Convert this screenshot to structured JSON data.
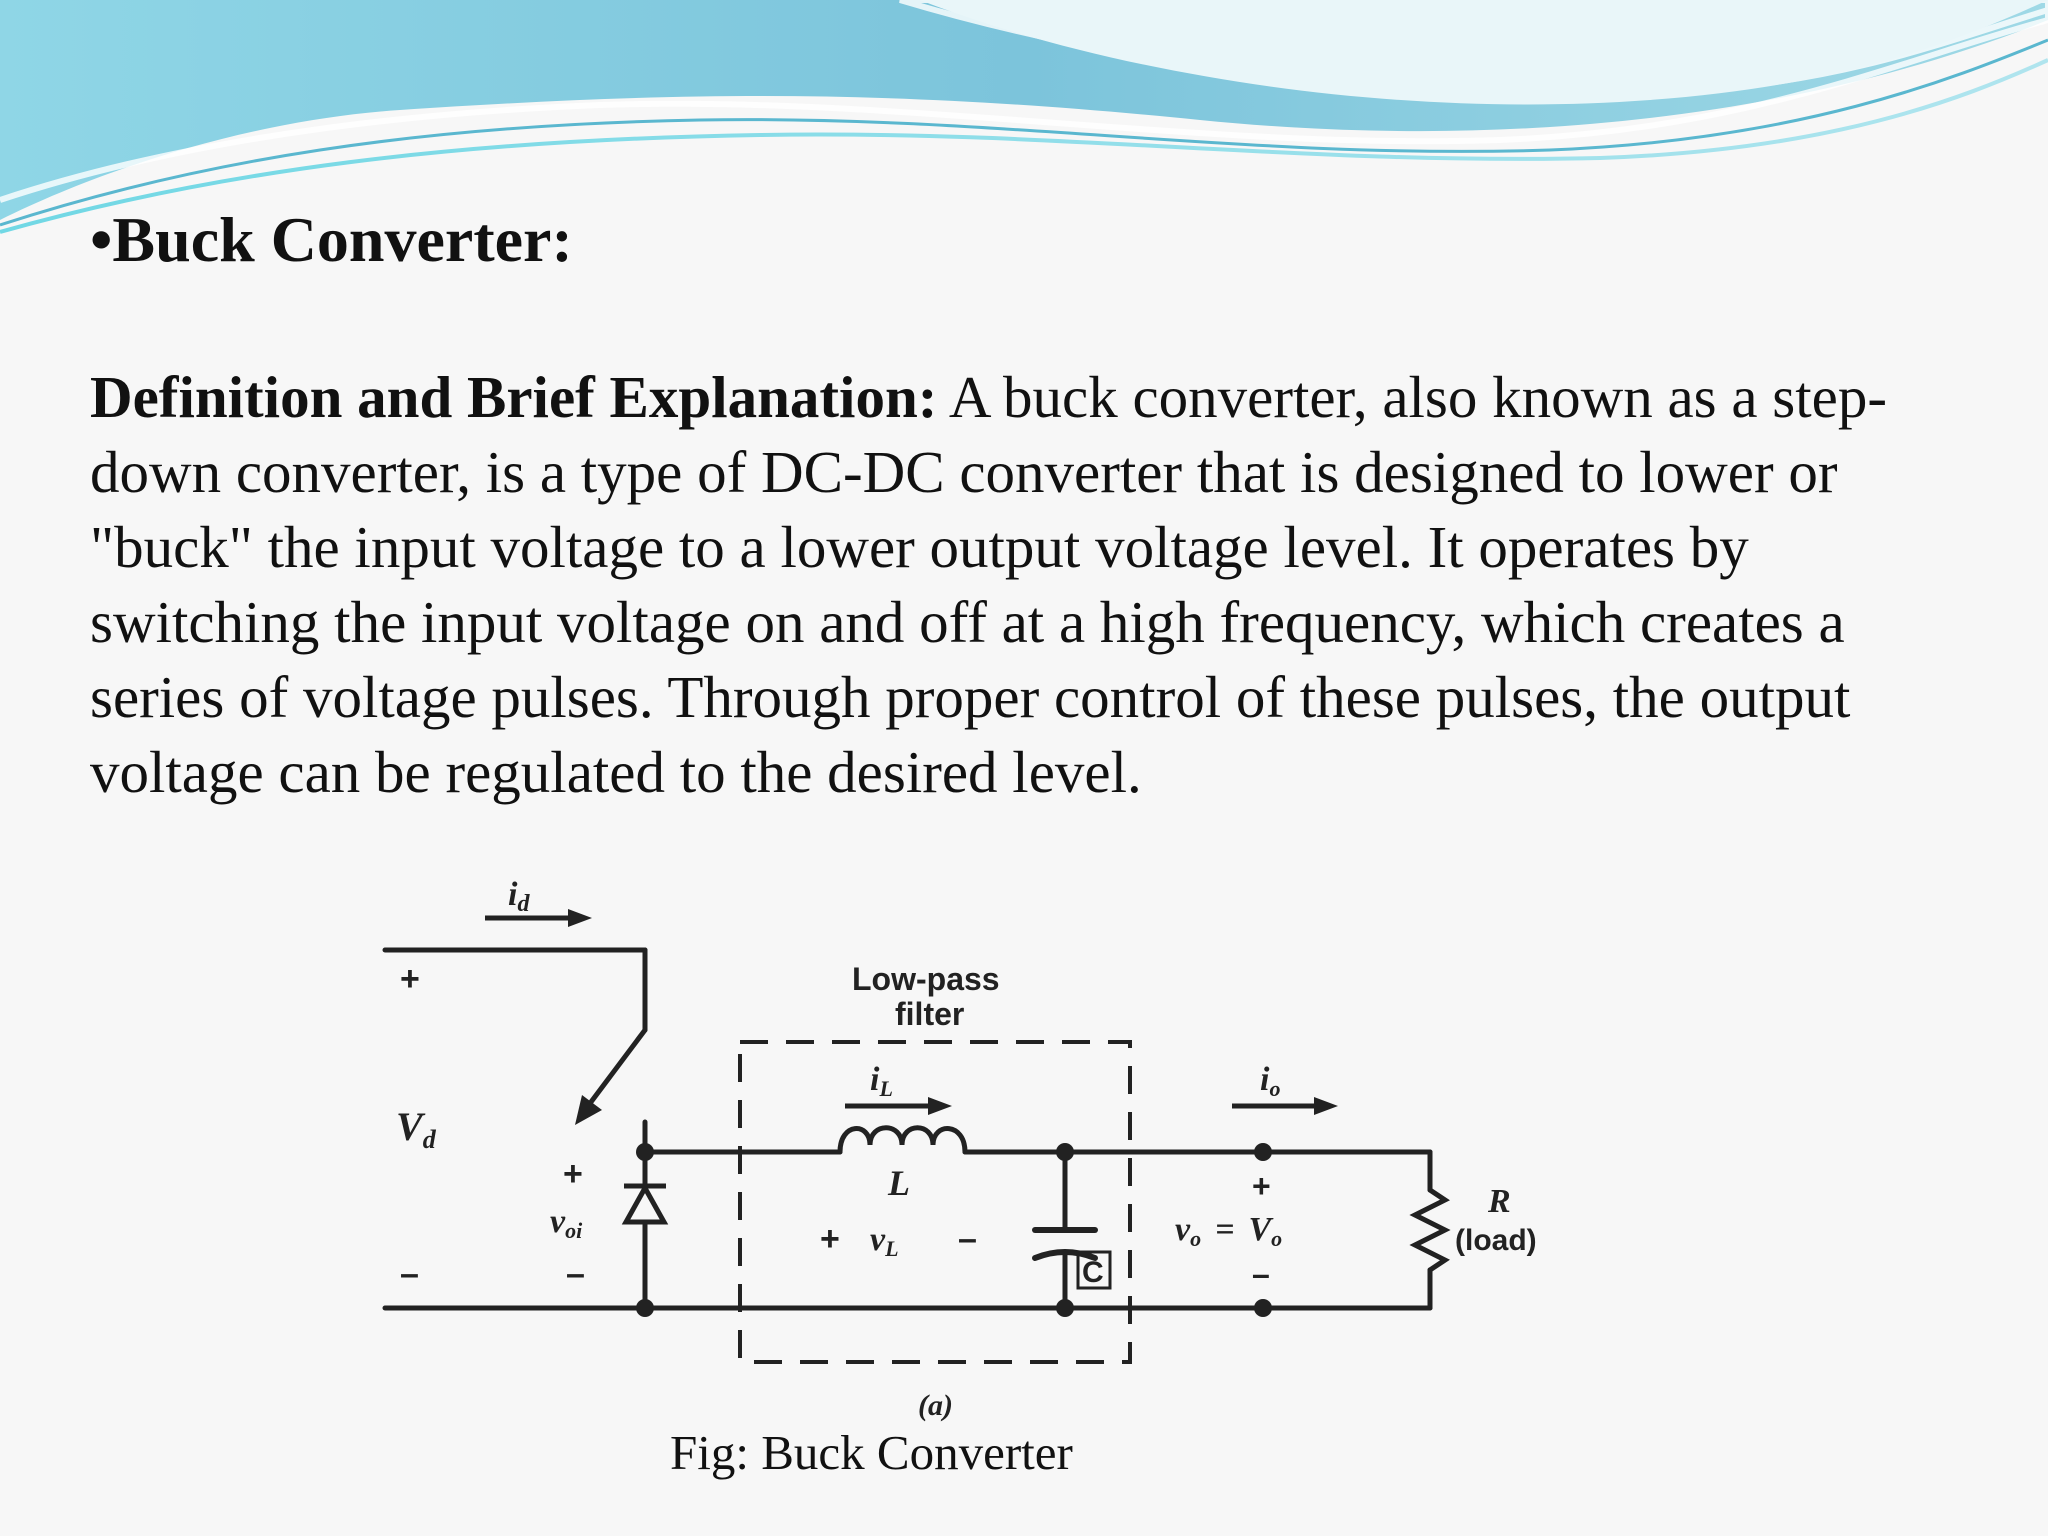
{
  "slide": {
    "title": "•Buck Converter:",
    "definition_label": "Definition and Brief Explanation:",
    "definition_text": " A buck converter, also known as a step-down converter, is a type of DC-DC converter that is designed to lower or \"buck\" the input voltage to a lower output voltage level. It operates by switching the input voltage on and off at a high frequency, which creates a series of voltage pulses. Through proper control of these pulses, the output voltage can be regulated to the desired level.",
    "caption": "Fig: Buck Converter"
  },
  "circuit": {
    "input_current": "i",
    "input_current_sub": "d",
    "input_voltage": "V",
    "input_voltage_sub": "d",
    "plus": "+",
    "minus": "–",
    "switch_voltage": "v",
    "switch_voltage_sub": "oi",
    "filter_label_line1": "Low-pass",
    "filter_label_line2": "filter",
    "inductor_current": "i",
    "inductor_current_sub": "L",
    "inductor": "L",
    "inductor_voltage": "v",
    "inductor_voltage_sub": "L",
    "capacitor": "C",
    "output_current": "i",
    "output_current_sub": "o",
    "output_voltage": "v",
    "output_voltage_sub": "o",
    "equals": "=",
    "output_voltage_dc": "V",
    "output_voltage_dc_sub": "o",
    "load_name": "R",
    "load_label": "(load)",
    "sublabel": "(a)"
  },
  "colors": {
    "background": "#f7f7f7",
    "wave_dark": "#6ec6dc",
    "wave_light": "#bfe6ef"
  }
}
